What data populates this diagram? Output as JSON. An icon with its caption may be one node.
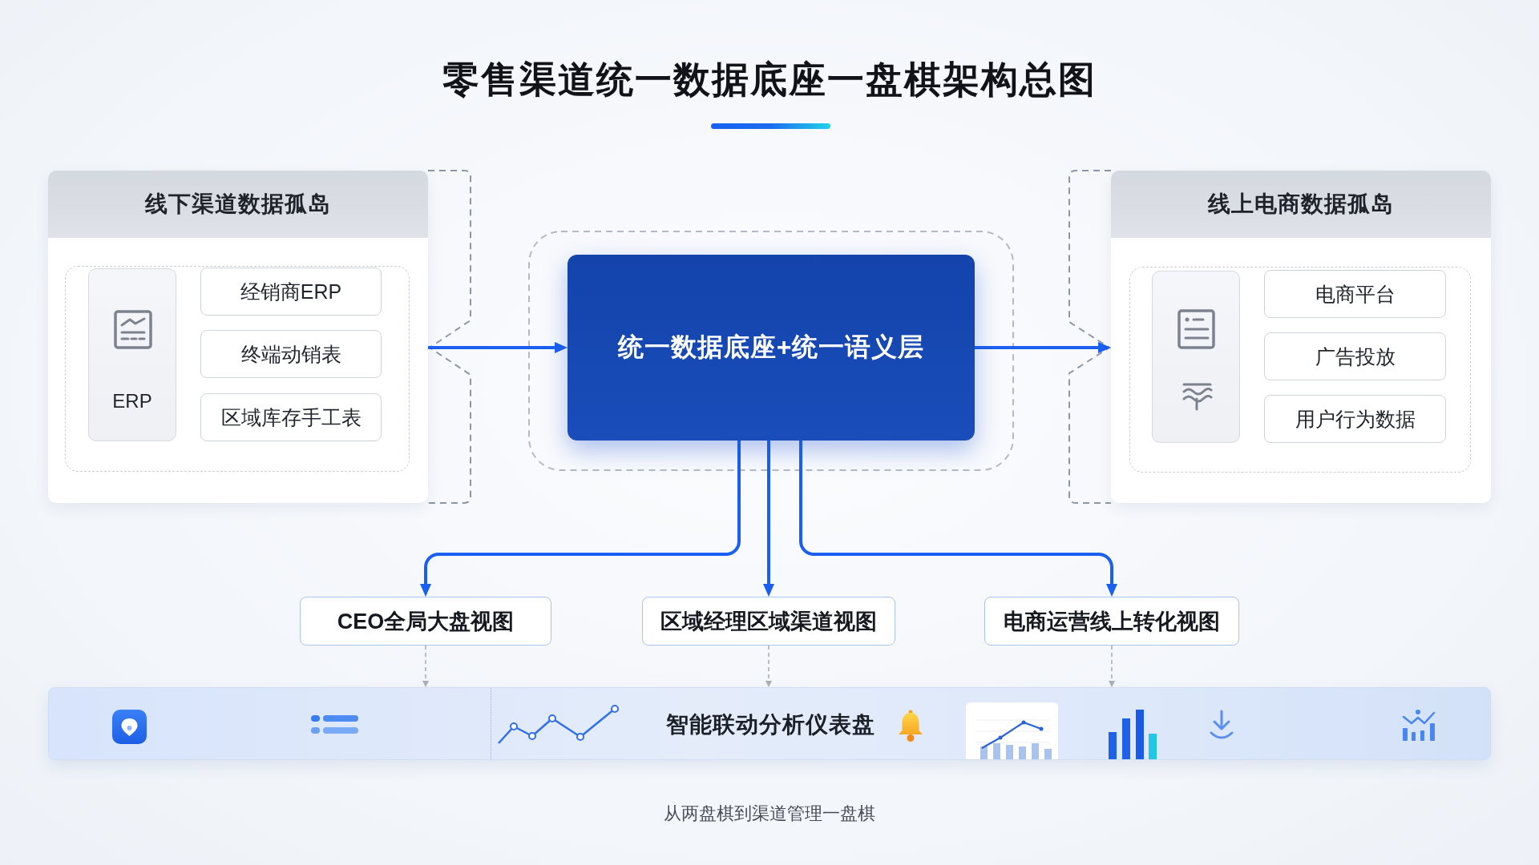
{
  "diagram": {
    "title": "零售渠道统一数据底座一盘棋架构总图",
    "nodes": [
      {
        "text": [
          "线下渠道数据孤岛"
        ]
      },
      {
        "text": [
          "ERP"
        ],
        "in": 0
      },
      {
        "text": [
          "经销商ERP"
        ],
        "in": 0
      },
      {
        "text": [
          "终端动销表"
        ],
        "in": 0
      },
      {
        "text": [
          "区域库存手工表"
        ],
        "in": 0
      },
      {
        "text": [
          "统一数据底座+统一语义层"
        ]
      },
      {
        "text": [
          "线上电商数据孤岛"
        ]
      },
      {
        "text": [],
        "shape": "box",
        "in": 6
      },
      {
        "text": [
          "电商平台"
        ],
        "in": 6
      },
      {
        "text": [
          "广告投放"
        ],
        "in": 6
      },
      {
        "text": [
          "用户行为数据"
        ],
        "in": 6
      },
      {
        "text": [
          "CEO全局大盘视图"
        ]
      },
      {
        "text": [
          "区域经理区域渠道视图"
        ]
      },
      {
        "text": [
          "电商运营线上转化视图"
        ]
      },
      {
        "text": [
          "智能联动分析仪表盘"
        ]
      }
    ],
    "edges": [
      {
        "from": 0,
        "to": 5,
        "arrow": "to"
      },
      {
        "from": 5,
        "to": 6,
        "arrow": "to"
      },
      {
        "from": 5,
        "to": 11,
        "arrow": "to"
      },
      {
        "from": 5,
        "to": 12,
        "arrow": "to"
      },
      {
        "from": 5,
        "to": 13,
        "arrow": "to"
      },
      {
        "from": 11,
        "to": 14,
        "arrow": "to",
        "style": "dashed",
        "color": "#a9afba"
      },
      {
        "from": 12,
        "to": 14,
        "arrow": "to",
        "style": "dashed",
        "color": "#a9afba"
      },
      {
        "from": 13,
        "to": 14,
        "arrow": "to",
        "style": "dashed",
        "color": "#a9afba"
      }
    ],
    "caption": "从两盘棋到渠道管理一盘棋"
  }
}
